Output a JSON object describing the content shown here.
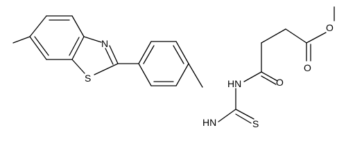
{
  "structure": {
    "atoms": [
      {
        "id": "N_thiazole",
        "label": "N"
      },
      {
        "id": "S_thiazole",
        "label": "S"
      },
      {
        "id": "N_amide",
        "label": "HN"
      },
      {
        "id": "O_amide",
        "label": "O"
      },
      {
        "id": "N_thiourea",
        "label": "HN"
      },
      {
        "id": "S_thione",
        "label": "S"
      },
      {
        "id": "O_ester_carbonyl",
        "label": "O"
      },
      {
        "id": "O_ester",
        "label": "O"
      }
    ]
  }
}
